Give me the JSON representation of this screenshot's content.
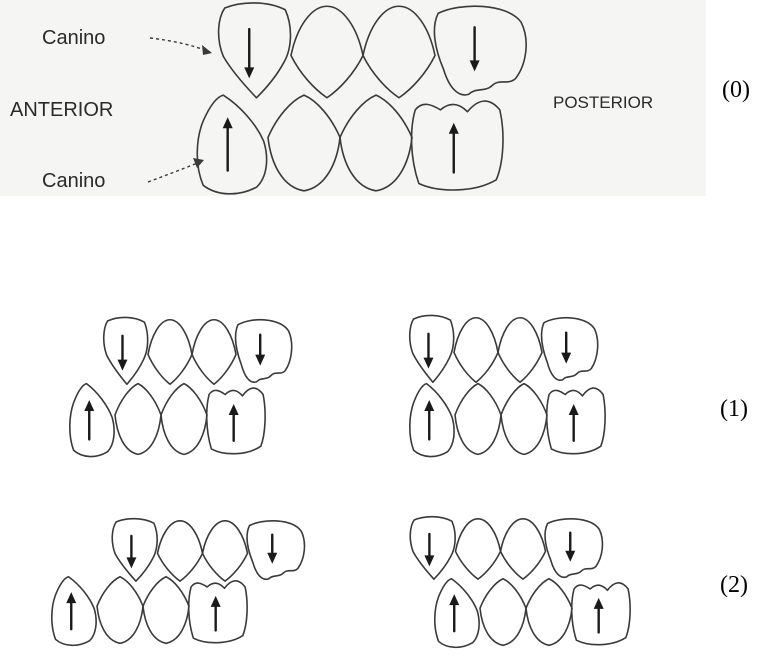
{
  "labels": {
    "canine_upper": "Canino",
    "canine_lower": "Canino",
    "anterior": "ANTERIOR",
    "posterior": "POSTERIOR"
  },
  "figure_labels": [
    "(0)",
    "(1)",
    "(2)"
  ],
  "colors": {
    "outline": "#3a3a3a",
    "arrow": "#1a1a1a",
    "scan_background": "#f5f5f3"
  },
  "diagrams": [
    {
      "name": "reference-occlusion",
      "figure": "(0)"
    },
    {
      "name": "variant-1-left",
      "figure": "(1)"
    },
    {
      "name": "variant-1-right",
      "figure": "(1)"
    },
    {
      "name": "variant-2-left",
      "figure": "(2)"
    },
    {
      "name": "variant-2-right",
      "figure": "(2)"
    }
  ]
}
